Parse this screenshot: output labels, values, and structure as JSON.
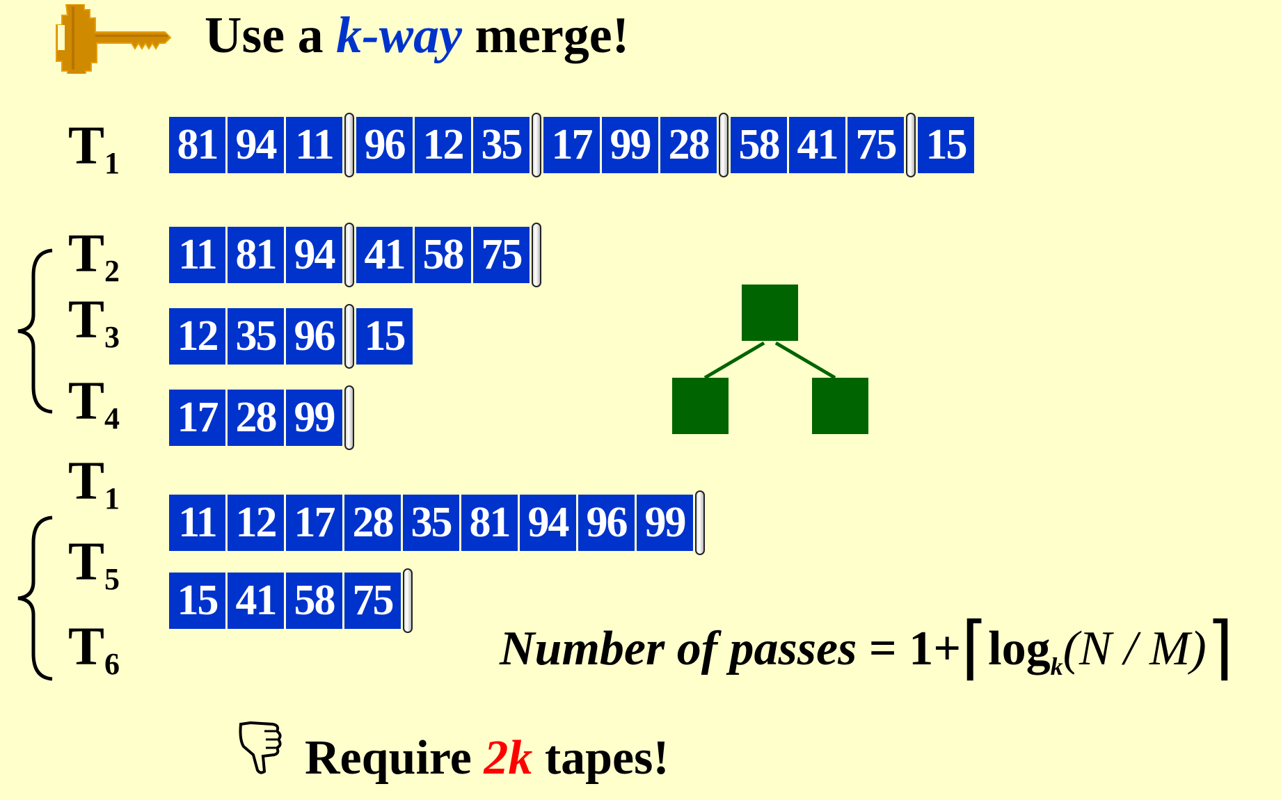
{
  "title": {
    "prefix": "Use a ",
    "keyword": "k-way",
    "suffix": " merge!"
  },
  "colors": {
    "background": "#FFFFCC",
    "cell": "#0033CC",
    "keyword": "#0033CC",
    "tree": "#006400",
    "highlight": "#FF0000"
  },
  "tapes": [
    {
      "label": "T",
      "sub": "1",
      "runs": [
        {
          "v": [
            "81",
            "94",
            "11"
          ],
          "mark": true
        },
        {
          "v": [
            "96",
            "12",
            "35"
          ],
          "mark": true
        },
        {
          "v": [
            "17",
            "99",
            "28"
          ],
          "mark": true
        },
        {
          "v": [
            "58",
            "41",
            "75"
          ],
          "mark": true
        },
        {
          "v": [
            "15"
          ],
          "mark": false
        }
      ]
    },
    {
      "label": "T",
      "sub": "2",
      "runs": [
        {
          "v": [
            "11",
            "81",
            "94"
          ],
          "mark": true
        },
        {
          "v": [
            "41",
            "58",
            "75"
          ],
          "mark": true
        }
      ]
    },
    {
      "label": "T",
      "sub": "3",
      "runs": [
        {
          "v": [
            "12",
            "35",
            "96"
          ],
          "mark": true
        },
        {
          "v": [
            "15"
          ],
          "mark": false
        }
      ]
    },
    {
      "label": "T",
      "sub": "4",
      "runs": [
        {
          "v": [
            "17",
            "28",
            "99"
          ],
          "mark": true
        }
      ]
    },
    {
      "label": "T",
      "sub": "1",
      "runs": [
        {
          "v": [
            "11",
            "12",
            "17",
            "28",
            "35",
            "81",
            "94",
            "96",
            "99"
          ],
          "mark": true
        }
      ]
    },
    {
      "label": "T",
      "sub": "5",
      "runs": [
        {
          "v": [
            "15",
            "41",
            "58",
            "75"
          ],
          "mark": true
        }
      ]
    },
    {
      "label": "T",
      "sub": "6",
      "runs": []
    }
  ],
  "formula": {
    "lhs": "Number of passes",
    "eq": " = 1+",
    "lceil": "⌈",
    "log": "log",
    "base": "k",
    "arg": "(N / M)",
    "rceil": "⌉"
  },
  "bottom": {
    "prefix": "Require ",
    "highlight": "2k",
    "suffix": " tapes!"
  },
  "icons": {
    "key": "key-icon",
    "thumbs_down": "thumbs-down-icon"
  }
}
